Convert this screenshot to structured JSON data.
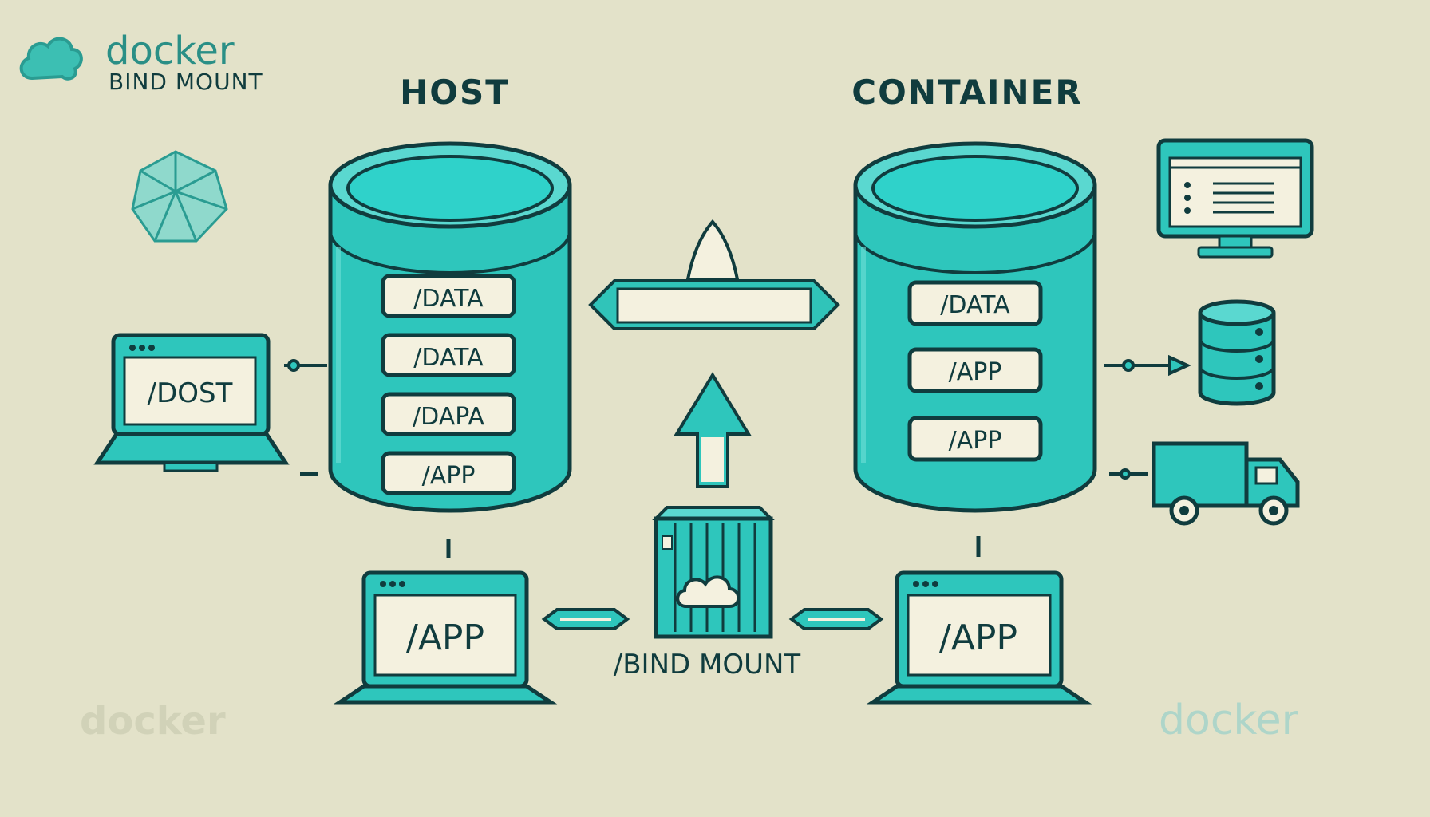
{
  "brand": {
    "name": "docker",
    "subtitle": "BIND MOUNT"
  },
  "headers": {
    "host": "HOST",
    "container": "CONTAINER"
  },
  "host_cylinder": {
    "labels": [
      "/DATA",
      "/DATA",
      "/DAPA",
      "/APP"
    ]
  },
  "container_cylinder": {
    "labels": [
      "/DATA",
      "/APP",
      "/APP"
    ]
  },
  "laptops": {
    "left": "/DOST",
    "host_bottom": "/APP",
    "container_bottom": "/APP"
  },
  "bind_mount": {
    "label": "/BIND MOUNT"
  },
  "watermarks": {
    "bottom_left": "docker",
    "bottom_right": "docker"
  },
  "colors": {
    "background": "#e3e2c9",
    "teal": "#2ec6bc",
    "teal_light": "#5ad8d0",
    "outline": "#103c3e",
    "label_bg": "#f4f1df"
  }
}
